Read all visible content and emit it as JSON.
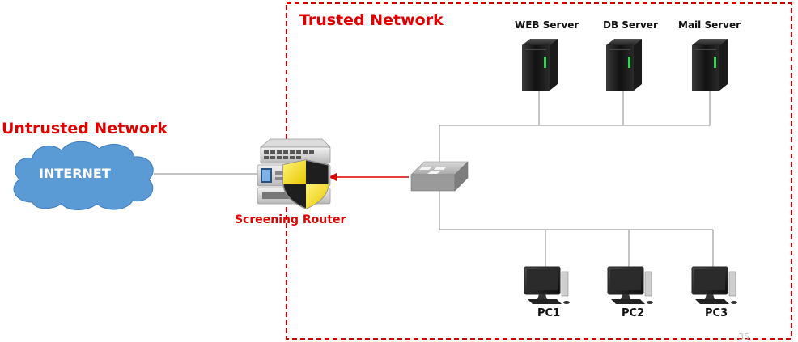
{
  "colors": {
    "accent_red": "#e00000",
    "cloud_blue": "#5b9bd5",
    "line_gray": "#888888",
    "switch_gray": "#9a9a9a"
  },
  "labels": {
    "untrusted_network": "Untrusted Network",
    "trusted_network": "Trusted Network",
    "internet": "INTERNET",
    "screening_router": "Screening Router",
    "web_server": "WEB Server",
    "db_server": "DB Server",
    "mail_server": "Mail Server",
    "pc1": "PC1",
    "pc2": "PC2",
    "pc3": "PC3",
    "page_number": "35"
  },
  "icons": {
    "cloud": "cloud-icon",
    "router": "router-firewall-icon",
    "shield": "shield-icon",
    "switch": "network-switch-icon",
    "server": "server-tower-icon",
    "pc": "desktop-pc-icon"
  }
}
